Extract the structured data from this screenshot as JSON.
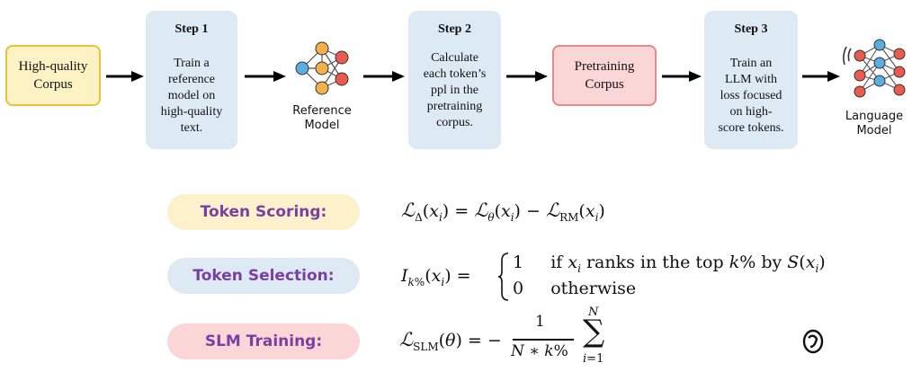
{
  "inputs": {
    "hq_corpus": "High-quality\nCorpus",
    "pretraining_corpus": "Pretraining\nCorpus"
  },
  "steps": [
    {
      "title": "Step 1",
      "body": "Train a\nreference\nmodel on\nhigh-quality\ntext."
    },
    {
      "title": "Step 2",
      "body": "Calculate\neach token’s\nppl in the\npretraining\ncorpus."
    },
    {
      "title": "Step 3",
      "body": "Train an\nLLM with\nloss focused\non high-\nscore tokens."
    }
  ],
  "icons": {
    "reference_model": {
      "name": "neural-network-icon",
      "label": "Reference\nModel"
    },
    "language_model": {
      "name": "neural-network-icon",
      "label": "Language\nModel"
    }
  },
  "rows": [
    {
      "label": "Token Scoring:",
      "color": "#fdf1cb"
    },
    {
      "label": "Token Selection:",
      "color": "#dde9f3"
    },
    {
      "label": "SLM Training:",
      "color": "#fbd6d6"
    }
  ],
  "selection_cases": {
    "case1_value": "1",
    "case1_condition": "if",
    "case1_text": "ranks in the top",
    "case1_by": "by",
    "case2_value": "0",
    "case2_text": "otherwise"
  },
  "colors": {
    "label_text": "#7a3fa3",
    "step_fill": "#dde9f3",
    "hq_fill": "#fdf2c4",
    "hq_border": "#e9c23c",
    "pt_fill": "#fbd6d6",
    "pt_border": "#e98888"
  }
}
